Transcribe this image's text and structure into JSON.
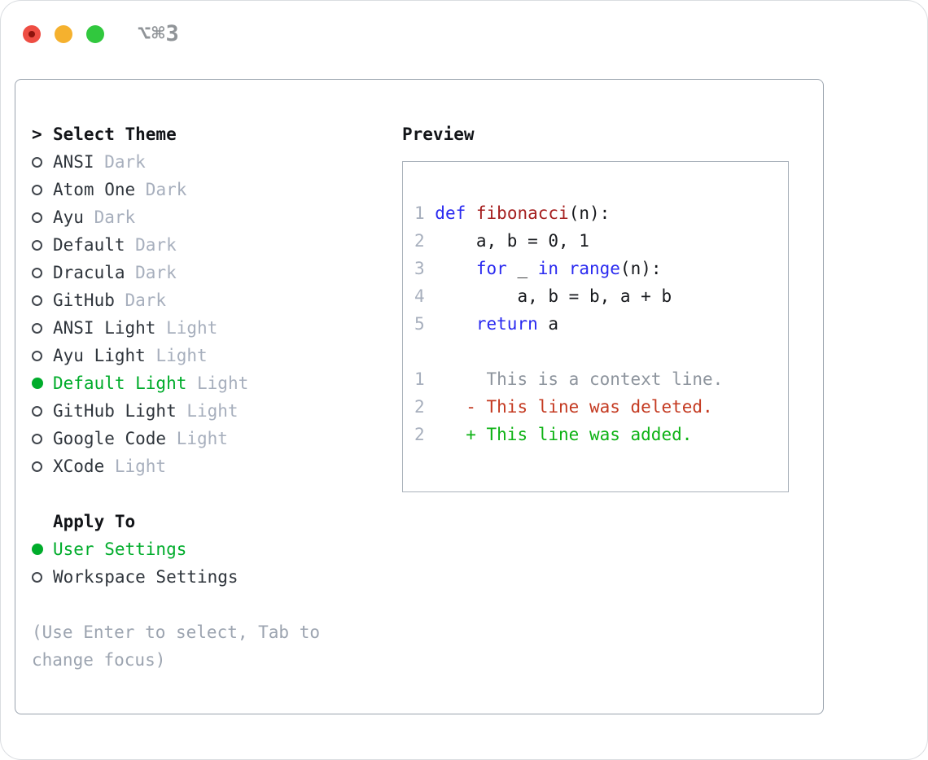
{
  "window": {
    "shortcut": "⌥⌘3",
    "traffic_lights": [
      {
        "icon": "close-icon"
      },
      {
        "icon": "minimize-icon"
      },
      {
        "icon": "zoom-icon"
      }
    ]
  },
  "theme_picker": {
    "title_prefix": ">",
    "title": "Select Theme",
    "items": [
      {
        "name": "ANSI",
        "variant": "Dark",
        "selected": false
      },
      {
        "name": "Atom One",
        "variant": "Dark",
        "selected": false
      },
      {
        "name": "Ayu",
        "variant": "Dark",
        "selected": false
      },
      {
        "name": "Default",
        "variant": "Dark",
        "selected": false
      },
      {
        "name": "Dracula",
        "variant": "Dark",
        "selected": false
      },
      {
        "name": "GitHub",
        "variant": "Dark",
        "selected": false
      },
      {
        "name": "ANSI Light",
        "variant": "Light",
        "selected": false
      },
      {
        "name": "Ayu Light",
        "variant": "Light",
        "selected": false
      },
      {
        "name": "Default Light",
        "variant": "Light",
        "selected": true
      },
      {
        "name": "GitHub Light",
        "variant": "Light",
        "selected": false
      },
      {
        "name": "Google Code",
        "variant": "Light",
        "selected": false
      },
      {
        "name": "XCode",
        "variant": "Light",
        "selected": false
      }
    ]
  },
  "apply_to": {
    "title": "Apply To",
    "options": [
      {
        "label": "User Settings",
        "selected": true
      },
      {
        "label": "Workspace Settings",
        "selected": false
      }
    ]
  },
  "help_text": "(Use Enter to select, Tab to change focus)",
  "preview": {
    "title": "Preview",
    "code_lines": [
      {
        "segments": [
          {
            "t": "1 ",
            "c": "num"
          },
          {
            "t": "def",
            "c": "kw"
          },
          {
            "t": " ",
            "c": "pl"
          },
          {
            "t": "fibonacci",
            "c": "fn"
          },
          {
            "t": "(n):",
            "c": "pl"
          }
        ]
      },
      {
        "segments": [
          {
            "t": "2 ",
            "c": "num"
          },
          {
            "t": "    a, b = 0, 1",
            "c": "pl"
          }
        ]
      },
      {
        "segments": [
          {
            "t": "3 ",
            "c": "num"
          },
          {
            "t": "    ",
            "c": "pl"
          },
          {
            "t": "for",
            "c": "kw"
          },
          {
            "t": " _ ",
            "c": "pl"
          },
          {
            "t": "in",
            "c": "kw"
          },
          {
            "t": " ",
            "c": "pl"
          },
          {
            "t": "range",
            "c": "kw"
          },
          {
            "t": "(n):",
            "c": "pl"
          }
        ]
      },
      {
        "segments": [
          {
            "t": "4 ",
            "c": "num"
          },
          {
            "t": "        a, b = b, a + b",
            "c": "pl"
          }
        ]
      },
      {
        "segments": [
          {
            "t": "5 ",
            "c": "num"
          },
          {
            "t": "    ",
            "c": "pl"
          },
          {
            "t": "return",
            "c": "kw"
          },
          {
            "t": " a",
            "c": "pl"
          }
        ]
      }
    ],
    "diff_lines": [
      {
        "segments": [
          {
            "t": "1 ",
            "c": "num"
          },
          {
            "t": "     This is a context line.",
            "c": "ctx"
          }
        ]
      },
      {
        "segments": [
          {
            "t": "2 ",
            "c": "num"
          },
          {
            "t": "   - This line was deleted.",
            "c": "del"
          }
        ]
      },
      {
        "segments": [
          {
            "t": "2 ",
            "c": "num"
          },
          {
            "t": "   + This line was added.",
            "c": "add"
          }
        ]
      }
    ]
  },
  "colors": {
    "accent_green": "#00ac2b",
    "added_green": "#0db214",
    "deleted_red": "#c43a21",
    "function_red": "#a51f1f",
    "keyword_blue": "#2a2af0",
    "muted_gray": "#a7afbd",
    "context_gray": "#8d949d",
    "help_gray": "#9ca4b0",
    "text_dark": "#2f353c",
    "title_black": "#121418",
    "border_gray": "#9aa3ae",
    "traffic_red": "#ee4d43",
    "traffic_yellow": "#f5b12e",
    "traffic_green": "#31c83e",
    "shortcut_gray": "#909498"
  }
}
